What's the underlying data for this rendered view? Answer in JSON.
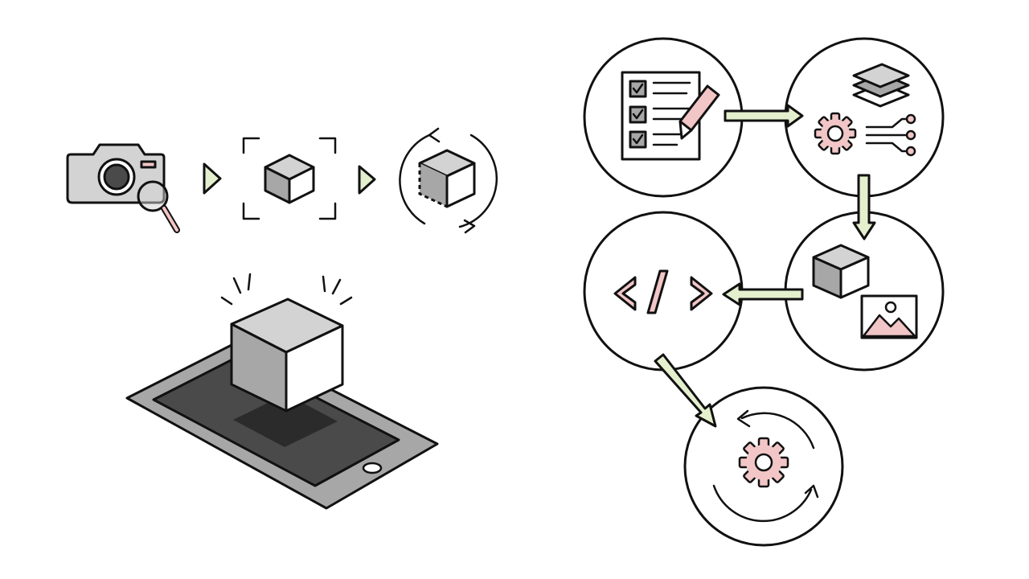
{
  "colors": {
    "outline": "#111111",
    "light_gray": "#d3d3d3",
    "mid_gray": "#a7a7a7",
    "dark_gray": "#4a4a4a",
    "pink": "#f2c6c6",
    "green": "#e4efce",
    "white": "#ffffff"
  },
  "icons": {
    "capture": [
      "camera-icon",
      "magnifier-icon"
    ],
    "flow_arrows": [
      "play-arrow-icon"
    ],
    "scan": [
      "focus-frame-icon",
      "cube-icon"
    ],
    "rotate": [
      "rotate-cube-icon"
    ],
    "ar_scene": [
      "tablet-icon",
      "cube-icon"
    ],
    "workflow": [
      "checklist-icon",
      "pencil-icon",
      "layers-icon",
      "gear-icon",
      "circuit-icon",
      "cube-icon",
      "image-icon",
      "code-icon",
      "refresh-gear-icon"
    ]
  },
  "workflow_steps": [
    "planning",
    "design",
    "assets",
    "code",
    "iterate"
  ]
}
